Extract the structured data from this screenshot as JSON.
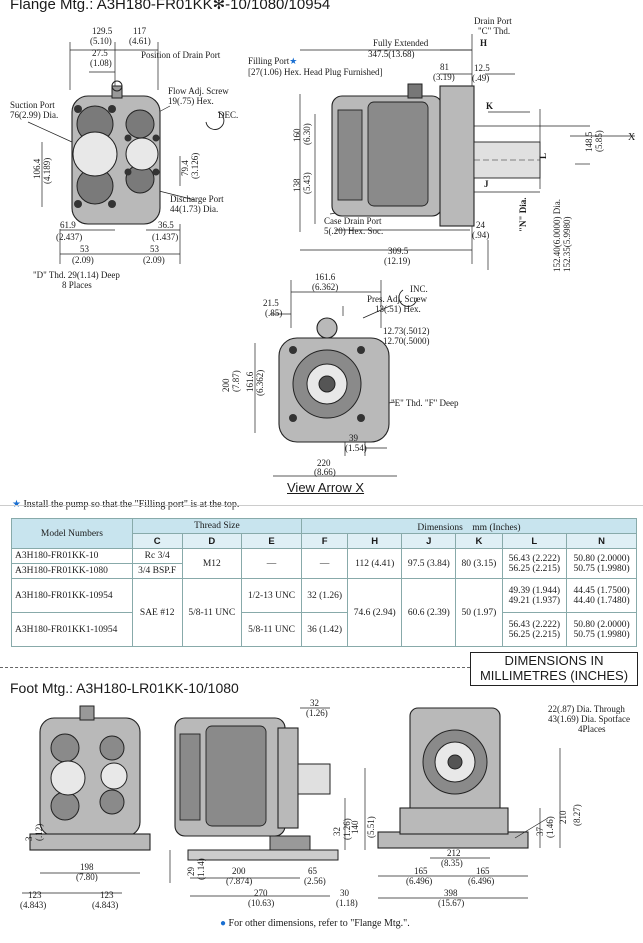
{
  "flange": {
    "title": "Flange Mtg.: A3H180-FR01KK✻-10/1080/10954",
    "front": {
      "d1": "129.5",
      "d1i": "(5.10)",
      "d2": "117",
      "d2i": "(4.61)",
      "d3": "27.5",
      "d3i": "(1.08)",
      "pos_drain": "Position of Drain Port",
      "suction": "Suction Port",
      "suction_dia": "76(2.99) Dia.",
      "flow": "Flow Adj. Screw",
      "flow_hex": "19(.75) Hex.",
      "dec": "DEC.",
      "v1": "106.4",
      "v1i": "(4.189)",
      "v2": "79.4",
      "v2i": "(3.126)",
      "discharge": "Discharge Port",
      "discharge_dia": "44(1.73) Dia.",
      "h1": "61.9",
      "h1i": "(2.437)",
      "h2": "36.5",
      "h2i": "(1.437)",
      "h3": "53",
      "h3i": "(2.09)",
      "h4": "53",
      "h4i": "(2.09)",
      "d_thd": "\"D\" Thd. 29(1.14) Deep",
      "places": "8 Places"
    },
    "side": {
      "drain": "Drain Port",
      "drain_c": "\"C\" Thd.",
      "fully": "Fully Extended",
      "fully_v": "347.5(13.68)",
      "filling": "Filling Port",
      "filling_desc": "[27(1.06) Hex. Head Plug Furnished]",
      "d81": "81",
      "d81i": "(3.19)",
      "d12": "12.5",
      "d12i": "(.49)",
      "H": "H",
      "K": "K",
      "J": "J",
      "L": "L",
      "X": "X",
      "v160": "160",
      "v160i": "(6.30)",
      "v138": "138",
      "v138i": "(5.43)",
      "v148": "148.5",
      "v148i": "(5.85)",
      "case": "Case Drain Port",
      "case_hex": "5(.20) Hex. Soc.",
      "d24": "24",
      "d24i": "(.94)",
      "d309": "309.5",
      "d309i": "(12.19)",
      "n_dia": "\"N\" Dia.",
      "sh1": "152.40(6.0000) Dia.",
      "sh2": "152.35(5.9980)"
    },
    "rear": {
      "d161": "161.6",
      "d161i": "(6.362)",
      "d21": "21.5",
      "d21i": "(.85)",
      "inc": "INC.",
      "pres": "Pres. Adj. Screw",
      "pres_hex": "13(.51) Hex.",
      "p1": "12.73(.5012)",
      "p2": "12.70(.5000)",
      "v200": "200",
      "v200i": "(7.87)",
      "v161": "161.6",
      "v161i": "(6.362)",
      "e_thd": "\"E\" Thd. \"F\" Deep",
      "d39": "39",
      "d39i": "(1.54)",
      "d220": "220",
      "d220i": "(8.66)",
      "view": "View Arrow X"
    },
    "note_star": "★",
    "note": "Install the pump so that the \"Filling port\" is at the top."
  },
  "table": {
    "model_numbers": "Model Numbers",
    "thread_size": "Thread Size",
    "dimensions": "Dimensions　mm (Inches)",
    "cols": [
      "C",
      "D",
      "E",
      "F",
      "H",
      "J",
      "K",
      "L",
      "N"
    ],
    "rows": [
      {
        "model": "A3H180-FR01KK-10"
      },
      {
        "model": "A3H180-FR01KK-1080"
      },
      {
        "model": "A3H180-FR01KK-10954"
      },
      {
        "model": "A3H180-FR01KK1-10954"
      }
    ],
    "c_rc": "Rc 3/4",
    "c_bsp": "3/4 BSP.F",
    "c_sae": "SAE #12",
    "d_m12": "M12",
    "d_58": "5/8-11 UNC",
    "e_dash": "—",
    "e_12": "1/2-13 UNC",
    "e_58": "5/8-11 UNC",
    "f_dash": "—",
    "f_32": "32 (1.26)",
    "f_36": "36 (1.42)",
    "h_112": "112 (4.41)",
    "h_746": "74.6 (2.94)",
    "j_975": "97.5 (3.84)",
    "j_606": "60.6 (2.39)",
    "k_80": "80 (3.15)",
    "k_50": "50 (1.97)",
    "l_a1": "56.43 (2.222)",
    "l_a2": "56.25 (2.215)",
    "l_b1": "49.39 (1.944)",
    "l_b2": "49.21 (1.937)",
    "l_c1": "56.43 (2.222)",
    "l_c2": "56.25 (2.215)",
    "n_a1": "50.80 (2.0000)",
    "n_a2": "50.75 (1.9980)",
    "n_b1": "44.45 (1.7500)",
    "n_b2": "44.40 (1.7480)",
    "n_c1": "50.80 (2.0000)",
    "n_c2": "50.75 (1.9980)"
  },
  "units_box": {
    "line1": "DIMENSIONS IN",
    "line2": "MILLIMETRES (INCHES)"
  },
  "foot": {
    "title": "Foot Mtg.: A3H180-LR01KK-10/1080",
    "d3": "3",
    "d3i": "(.12)",
    "d198": "198",
    "d198i": "(7.80)",
    "d123a": "123",
    "d123ai": "(4.843)",
    "d123b": "123",
    "d123bi": "(4.843)",
    "d32top": "32",
    "d32topi": "(1.26)",
    "v32": "32",
    "v32i": "(1.26)",
    "v140": "140",
    "v140i": "(5.51)",
    "v29": "29",
    "v29i": "(1.14)",
    "d200": "200",
    "d200i": "(7.874)",
    "d65": "65",
    "d65i": "(2.56)",
    "d270": "270",
    "d270i": "(10.63)",
    "d30": "30",
    "d30i": "(1.18)",
    "holes1": "22(.87) Dia. Through",
    "holes2": "43(1.69) Dia. Spotface",
    "holes3": "4Places",
    "v37": "37",
    "v37i": "(1.46)",
    "v210": "210",
    "v210i": "(8.27)",
    "d212": "212",
    "d212i": "(8.35)",
    "d165a": "165",
    "d165ai": "(6.496)",
    "d165b": "165",
    "d165bi": "(6.496)",
    "d398": "398",
    "d398i": "(15.67)",
    "note": "For other dimensions, refer to \"Flange Mtg.\"."
  }
}
